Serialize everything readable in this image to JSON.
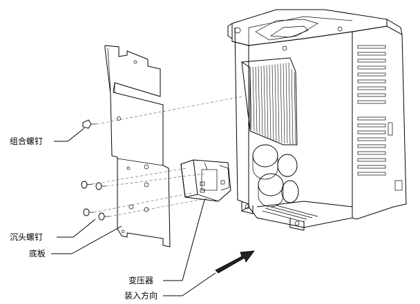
{
  "labels": {
    "screw_combo": "组合螺钉",
    "screw_countersunk": "沉头螺钉",
    "base_plate": "底板",
    "transformer": "变压器",
    "install_direction": "装入方向"
  }
}
